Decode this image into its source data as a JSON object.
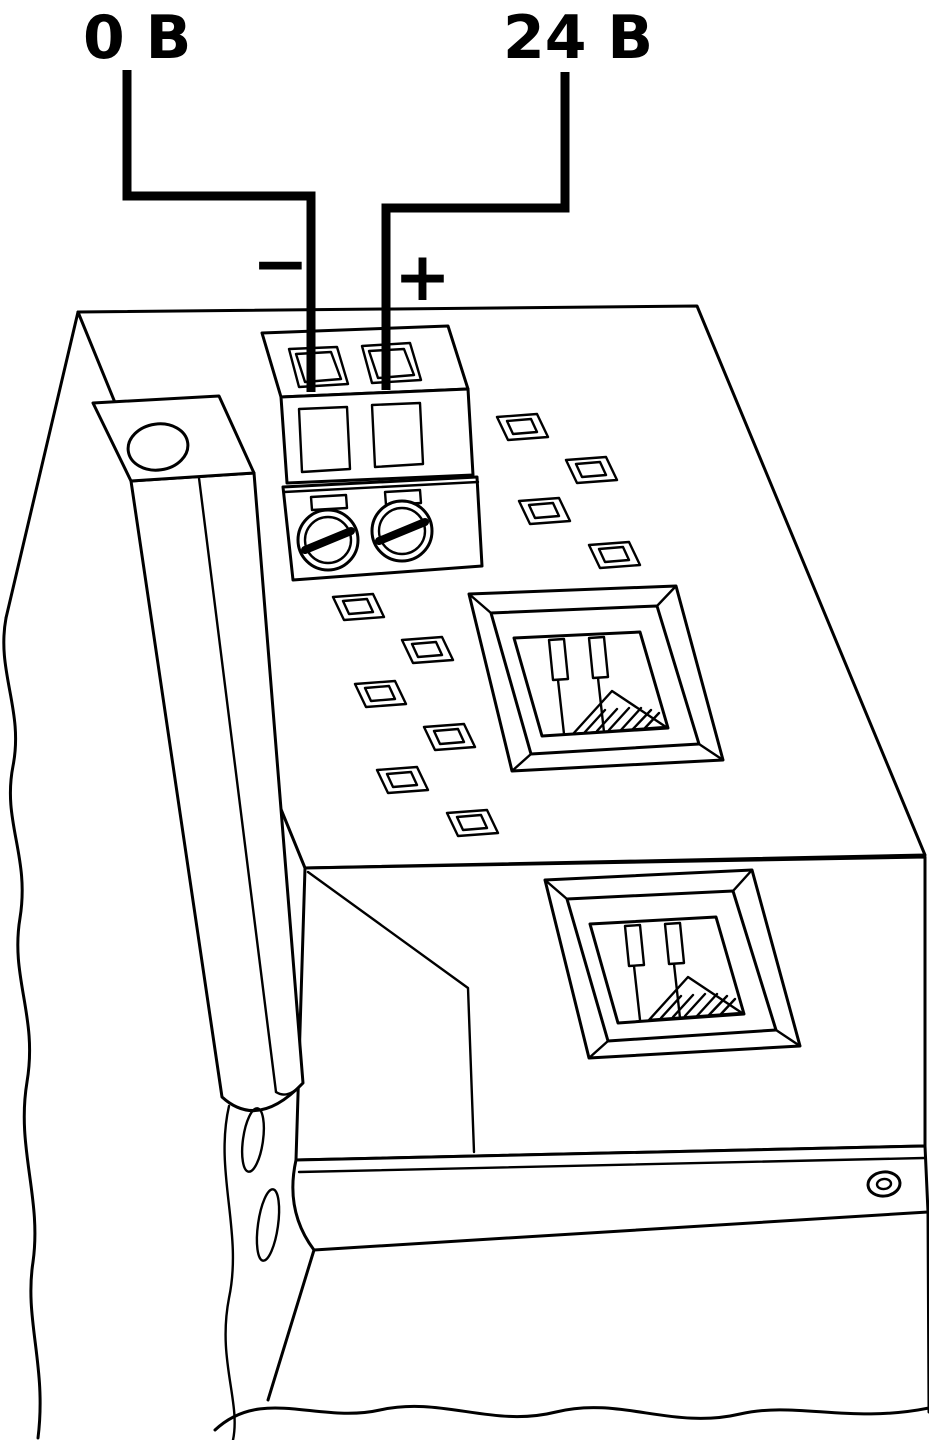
{
  "diagram": {
    "type": "technical-illustration",
    "description": "Isometric line drawing: 24 V DC power wiring into a 2-pole screw terminal block on a device with two RJ45 ports, ventilation slots, mounting bracket hole and front cover",
    "background_color": "#ffffff",
    "line_color": "#000000",
    "power": {
      "negative_label": "0 В",
      "positive_label": "24 В",
      "negative_symbol": "−",
      "positive_symbol": "+"
    },
    "components": [
      "wire-0v-icon",
      "wire-24v-icon",
      "terminal-block-2pole",
      "terminal-screw-left",
      "terminal-screw-right",
      "wire-entry-left",
      "wire-entry-right",
      "vent-slots",
      "rj45-port-top",
      "rj45-port-front",
      "mounting-bracket",
      "mounting-hole",
      "front-cover",
      "cover-screw",
      "torn-edge-left",
      "torn-edge-bottom"
    ]
  }
}
